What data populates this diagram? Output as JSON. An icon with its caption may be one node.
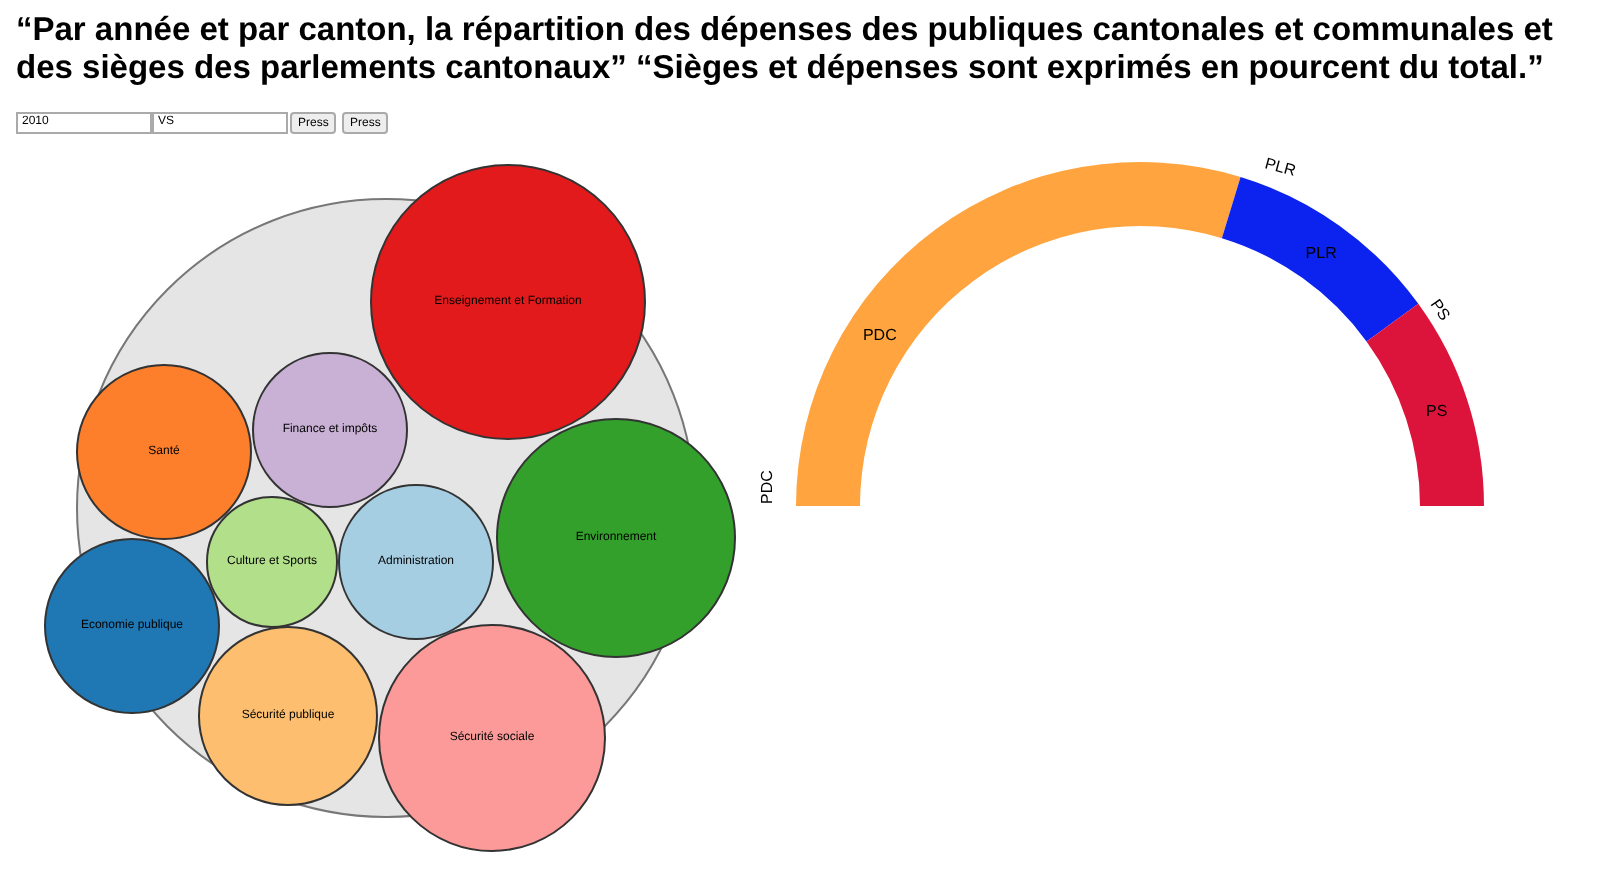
{
  "diagram": {
    "title": "“Par année et par canton, la répartition des dépenses des publiques cantonales et communales et des sièges des parlements cantonaux” “Sièges et dépenses sont exprimés en pourcent du total.”",
    "nodes": [
      {
        "text": [],
        "shape": "circle"
      },
      {
        "text": [
          "Enseignement et Formation"
        ]
      },
      {
        "text": [
          "Santé"
        ],
        "in": 0
      },
      {
        "text": [
          "Finance et impôts"
        ],
        "in": 0
      },
      {
        "text": [
          "Environnement"
        ]
      },
      {
        "text": [
          "Culture et Sports"
        ],
        "in": 0
      },
      {
        "text": [
          "Administration"
        ],
        "in": 0
      },
      {
        "text": [
          "Economie publique"
        ]
      },
      {
        "text": [
          "Sécurité publique"
        ],
        "in": 0
      },
      {
        "text": [
          "Sécurité sociale"
        ]
      },
      {
        "text": [
          "PDC"
        ]
      },
      {
        "text": [
          "PLR"
        ]
      },
      {
        "text": [
          "PS"
        ]
      }
    ],
    "edges": [],
    "labels": [
      "2010",
      "VS",
      "Press",
      "Press",
      "PDC",
      "PLR",
      "PS"
    ]
  }
}
